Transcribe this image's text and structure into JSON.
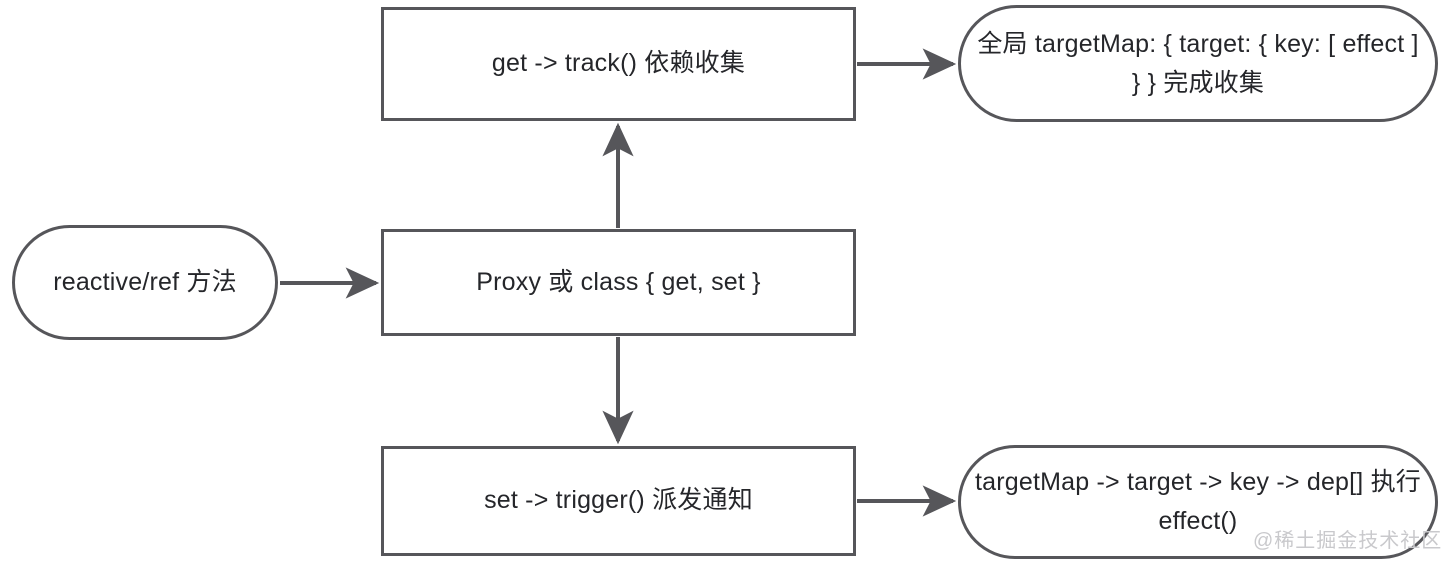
{
  "diagram": {
    "type": "flowchart",
    "background_color": "#ffffff",
    "edge_color": "#56565a",
    "node_border_color": "#56565a",
    "text_color": "#25262a",
    "nodes": [
      {
        "id": "reactive",
        "label": "reactive/ref 方法",
        "shape": "stadium"
      },
      {
        "id": "proxy",
        "label": "Proxy 或 class { get, set }",
        "shape": "rectangle"
      },
      {
        "id": "get_track",
        "label": "get -> track() 依赖收集",
        "shape": "rectangle"
      },
      {
        "id": "set_trigger",
        "label": "set -> trigger() 派发通知",
        "shape": "rectangle"
      },
      {
        "id": "targetmap",
        "label": "全局 targetMap: { target: { key: [ effect ] } } 完成收集",
        "shape": "stadium"
      },
      {
        "id": "dep",
        "label": "targetMap -> target -> key -> dep[] 执行 effect()",
        "shape": "stadium"
      }
    ],
    "edges": [
      {
        "from": "reactive",
        "to": "proxy",
        "direction": "right"
      },
      {
        "from": "proxy",
        "to": "get_track",
        "direction": "up"
      },
      {
        "from": "proxy",
        "to": "set_trigger",
        "direction": "down"
      },
      {
        "from": "get_track",
        "to": "targetmap",
        "direction": "right"
      },
      {
        "from": "set_trigger",
        "to": "dep",
        "direction": "right"
      }
    ]
  },
  "watermark": {
    "text": "@稀土掘金技术社区",
    "color": "#c9c9cc"
  }
}
